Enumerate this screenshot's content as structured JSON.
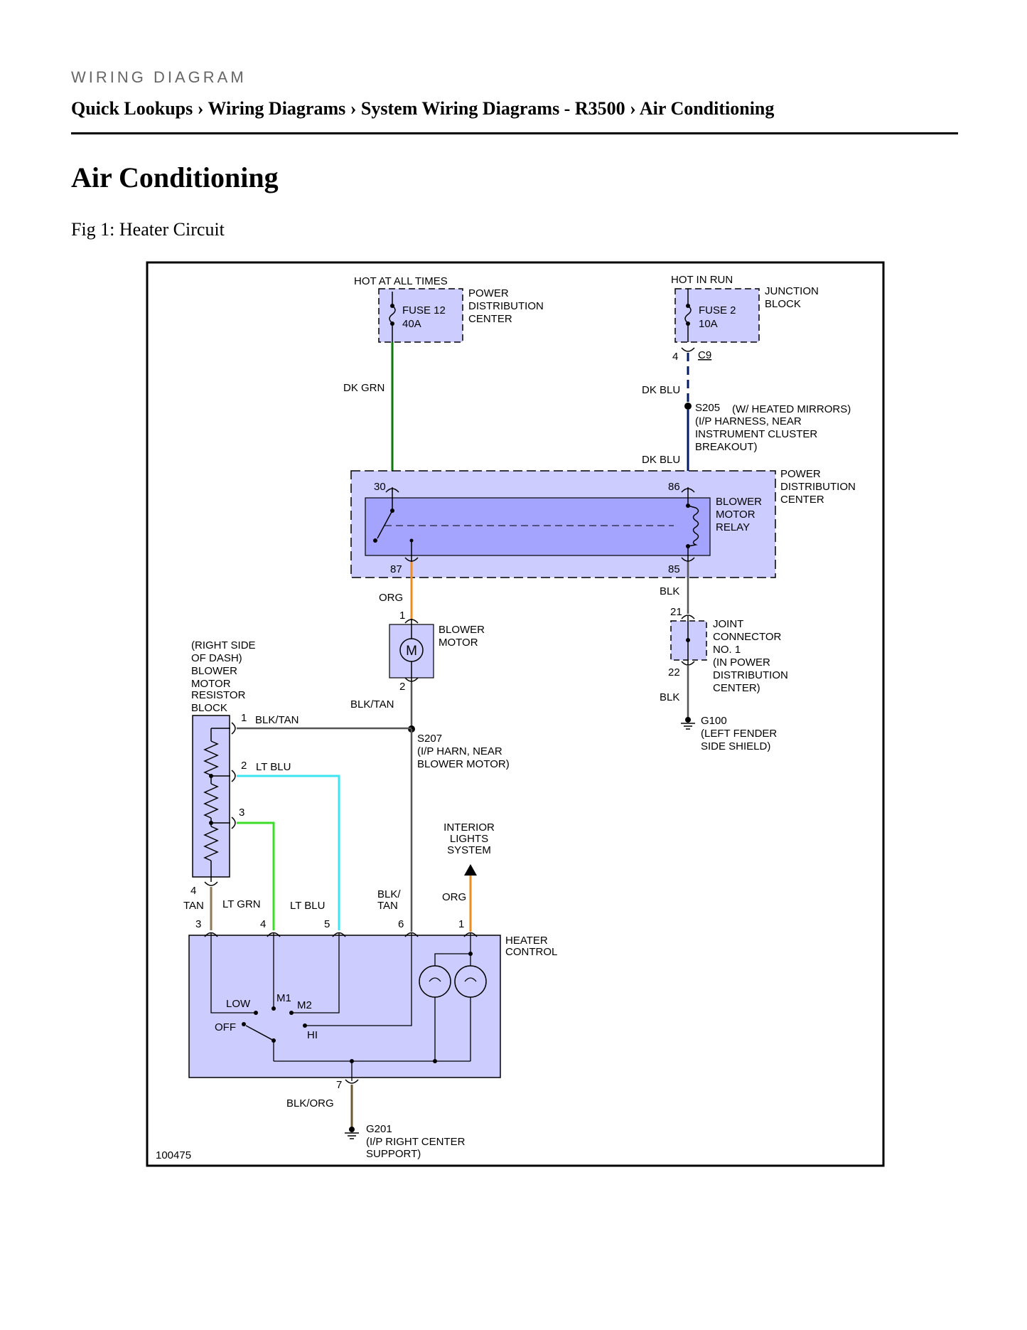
{
  "header": {
    "kicker": "WIRING DIAGRAM",
    "breadcrumb": [
      "Quick Lookups",
      "Wiring Diagrams",
      "System Wiring Diagrams - R3500",
      "Air Conditioning"
    ],
    "separator": "›"
  },
  "page_title": "Air Conditioning",
  "figure_caption": "Fig 1: Heater Circuit",
  "diagram": {
    "figure_id": "100475",
    "hot_at_all_times": "HOT AT ALL TIMES",
    "hot_in_run": "HOT IN RUN",
    "pdc_top": [
      "POWER",
      "DISTRIBUTION",
      "CENTER"
    ],
    "fuse12": [
      "FUSE 12",
      "40A"
    ],
    "junction_block": [
      "JUNCTION",
      "BLOCK"
    ],
    "fuse2": [
      "FUSE 2",
      "10A"
    ],
    "c9_pin": "4",
    "c9": "C9",
    "wire_dk_grn": "DK GRN",
    "wire_dk_blu_1": "DK BLU",
    "s205": "S205",
    "s205_note": "(W/ HEATED MIRRORS)",
    "s205_desc": [
      "(I/P HARNESS, NEAR",
      "INSTRUMENT CLUSTER",
      "BREAKOUT)"
    ],
    "wire_dk_blu_2": "DK BLU",
    "pdc_right": [
      "POWER",
      "DISTRIBUTION",
      "CENTER"
    ],
    "relay_pins": [
      "30",
      "86",
      "87",
      "85"
    ],
    "relay_label": [
      "BLOWER",
      "MOTOR",
      "RELAY"
    ],
    "wire_org_1": "ORG",
    "wire_blk_1": "BLK",
    "blower_motor_pins": [
      "1",
      "2"
    ],
    "blower_motor_label": [
      "BLOWER",
      "MOTOR"
    ],
    "motor_symbol": "M",
    "jc_pins": [
      "21",
      "22"
    ],
    "joint_connector": [
      "JOINT",
      "CONNECTOR",
      "NO. 1",
      "(IN POWER",
      "DISTRIBUTION",
      "CENTER)"
    ],
    "wire_blk_2": "BLK",
    "g100": "G100",
    "g100_desc": [
      "(LEFT FENDER",
      "SIDE SHIELD)"
    ],
    "resistor_block_label": [
      "(RIGHT SIDE",
      "OF DASH)",
      "BLOWER",
      "MOTOR",
      "RESISTOR",
      "BLOCK"
    ],
    "resistor_pins": [
      "1",
      "2",
      "3",
      "4"
    ],
    "wire_blk_tan_top": "BLK/TAN",
    "wire_blk_tan_h": "BLK/TAN",
    "wire_lt_blu_h": "LT BLU",
    "s207": "S207",
    "s207_desc": [
      "(I/P HARN, NEAR",
      "BLOWER MOTOR)"
    ],
    "interior_lights": [
      "INTERIOR",
      "LIGHTS",
      "SYSTEM"
    ],
    "wire_org_2": "ORG",
    "wire_tan": "TAN",
    "wire_lt_grn": "LT GRN",
    "wire_lt_blu_v": "LT BLU",
    "wire_blk_tan_v": [
      "BLK/",
      "TAN"
    ],
    "heater_pins": [
      "3",
      "4",
      "5",
      "6",
      "1"
    ],
    "heater_control": [
      "HEATER",
      "CONTROL"
    ],
    "switch_positions": [
      "LOW",
      "M1",
      "M2",
      "OFF",
      "HI"
    ],
    "pin7": "7",
    "wire_blk_org": "BLK/ORG",
    "g201": "G201",
    "g201_desc": [
      "(I/P RIGHT CENTER",
      "SUPPORT)"
    ]
  },
  "colors": {
    "module_fill": "#ccccff",
    "relay_fill": "#a4a4ff",
    "dk_grn": "#0a7a0a",
    "dk_blu": "#001a66",
    "org": "#f08c1e",
    "blk": "#555555",
    "lt_blu": "#3ce6f0",
    "lt_grn": "#3cdc28",
    "tan": "#8c7a55",
    "blk_org": "#6e5a30"
  }
}
